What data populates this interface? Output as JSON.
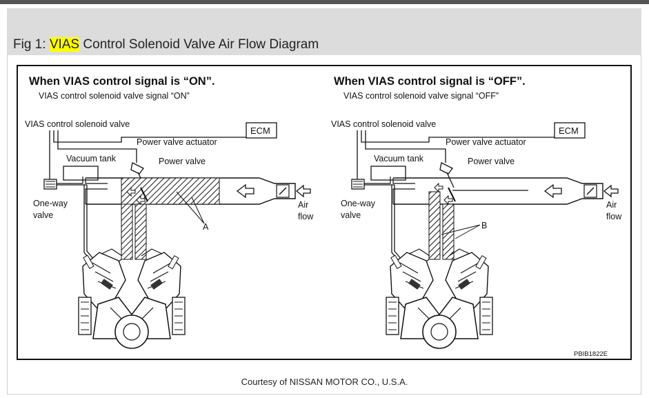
{
  "caption": {
    "prefix": "Fig 1: ",
    "highlight": "VIAS",
    "rest": " Control Solenoid Valve Air Flow Diagram"
  },
  "panels": [
    {
      "title": "When VIAS control signal is “ON”.",
      "subtitle": "VIAS control solenoid valve signal “ON”",
      "labels": {
        "solenoid": "VIAS control solenoid valve",
        "ecm": "ECM",
        "actuator": "Power valve actuator",
        "tank": "Vacuum tank",
        "power_valve": "Power valve",
        "oneway_1": "One-way",
        "oneway_2": "valve",
        "air_1": "Air",
        "air_2": "flow",
        "callout": "A"
      }
    },
    {
      "title": "When VIAS control signal is “OFF”.",
      "subtitle": "VIAS control solenoid valve signal “OFF”",
      "labels": {
        "solenoid": "VIAS control solenoid valve",
        "ecm": "ECM",
        "actuator": "Power valve actuator",
        "tank": "Vacuum tank",
        "power_valve": "Power valve",
        "oneway_1": "One-way",
        "oneway_2": "valve",
        "air_1": "Air",
        "air_2": "flow",
        "callout": "B"
      }
    }
  ],
  "figure_code": "PBIB1822E",
  "courtesy": "Courtesy of NISSAN MOTOR CO., U.S.A.",
  "colors": {
    "highlight": "#ffff00",
    "caption_bg": "#dcdcdc",
    "line": "#111111"
  }
}
